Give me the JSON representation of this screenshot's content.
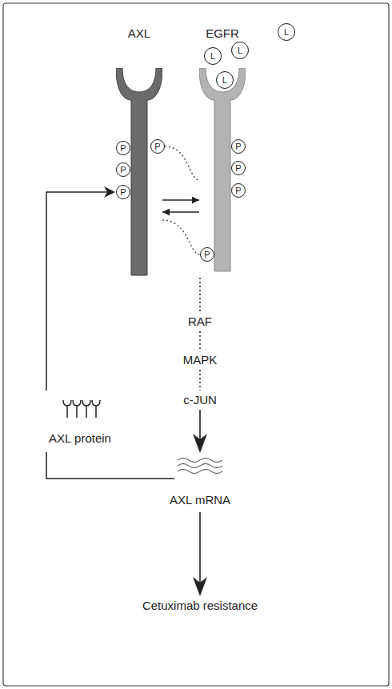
{
  "diagram": {
    "nodes": [
      {
        "text": [
          "AXL"
        ]
      },
      {
        "text": [
          "EGFR"
        ]
      },
      {
        "text": [
          "L"
        ]
      },
      {
        "text": [
          "L"
        ]
      },
      {
        "text": [
          "L"
        ]
      },
      {
        "text": [
          "L"
        ]
      },
      {
        "text": [
          "P"
        ]
      },
      {
        "text": [
          "P"
        ]
      },
      {
        "text": [
          "P"
        ]
      },
      {
        "text": [
          "P"
        ]
      },
      {
        "text": [
          "P"
        ]
      },
      {
        "text": [
          "P"
        ]
      },
      {
        "text": [
          "P"
        ]
      },
      {
        "text": [
          "P"
        ]
      }
    ],
    "edges": [
      {
        "from": 0,
        "to": 1,
        "arrow": "to"
      },
      {
        "from": 1,
        "to": 0,
        "arrow": "to"
      },
      {
        "from": 9,
        "to": 1,
        "arrow": "none"
      },
      {
        "from": 0,
        "to": 13,
        "arrow": "none"
      }
    ],
    "labels": [
      "RAF",
      "MAPK",
      "c-JUN",
      "AXL mRNA",
      "Cetuximab resistance",
      "AXL protein"
    ]
  }
}
